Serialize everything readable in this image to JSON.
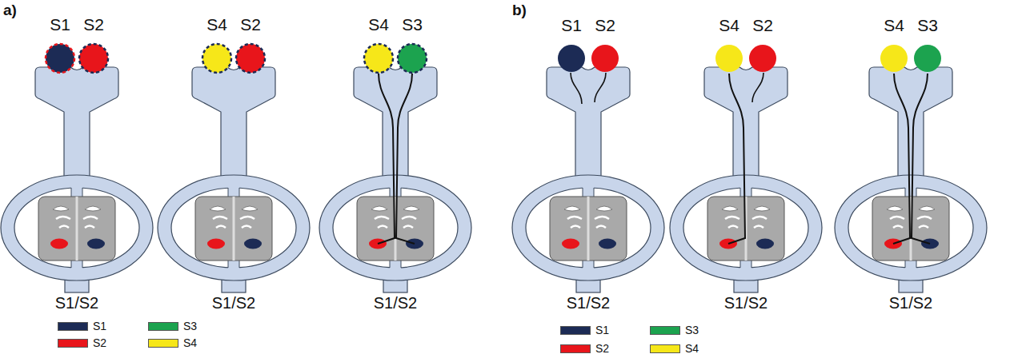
{
  "diagram": {
    "nodes": [
      {
        "text": [
          "S1"
        ]
      },
      {
        "text": [
          "S2"
        ]
      },
      {
        "text": [
          "S4"
        ]
      },
      {
        "text": [
          "S2"
        ]
      },
      {
        "text": [
          "S4"
        ]
      },
      {
        "text": [
          "S3"
        ]
      },
      {
        "text": [
          "S1"
        ]
      },
      {
        "text": [
          "S2"
        ]
      },
      {
        "text": [
          "S4"
        ]
      },
      {
        "text": [
          "S2"
        ]
      },
      {
        "text": [
          "S4"
        ]
      },
      {
        "text": [
          "S3"
        ]
      }
    ],
    "labels": [
      "a)",
      "S1/S2",
      "S1/S2",
      "S1/S2",
      "b)",
      "S1/S2",
      "S1/S2",
      "S1/S2"
    ],
    "legend": [
      {
        "text": "S1",
        "color": "#1c2b55"
      },
      {
        "text": "S2",
        "color": "#e8151b"
      },
      {
        "text": "S3",
        "color": "#1ca34f"
      },
      {
        "text": "S4",
        "color": "#f6e719"
      },
      {
        "text": "S1",
        "color": "#1c2b55"
      },
      {
        "text": "S2",
        "color": "#e8151b"
      },
      {
        "text": "S3",
        "color": "#1ca34f"
      },
      {
        "text": "S4",
        "color": "#f6e719"
      }
    ]
  }
}
